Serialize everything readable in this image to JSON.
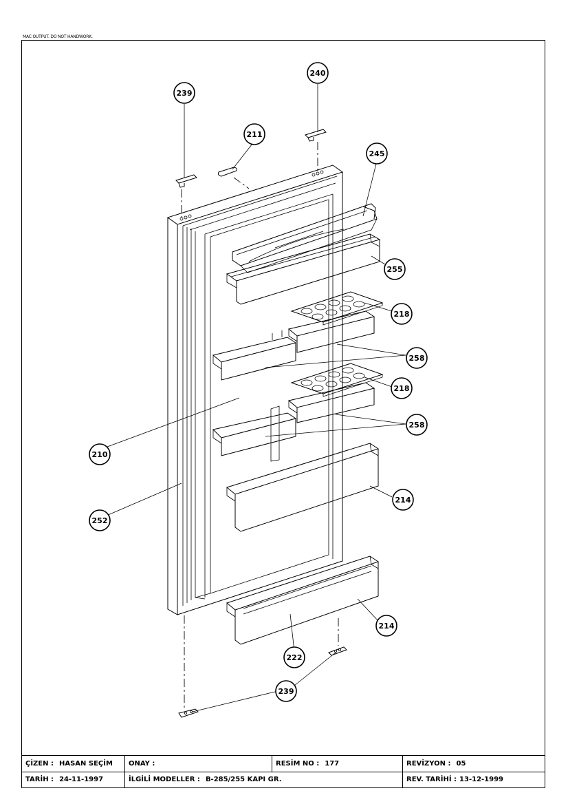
{
  "header_note": "MAC OUTPUT. DO NOT HANDWORK.",
  "callouts": {
    "c239a": "239",
    "c240": "240",
    "c211": "211",
    "c245": "245",
    "c255": "255",
    "c218a": "218",
    "c258a": "258",
    "c218b": "218",
    "c258b": "258",
    "c210": "210",
    "c214a": "214",
    "c252": "252",
    "c214b": "214",
    "c222": "222",
    "c239b": "239"
  },
  "title_block": {
    "cizen_label": "ÇİZEN :",
    "cizen_value": "HASAN SEÇİM",
    "onay_label": "ONAY :",
    "resim_label": "RESİM NO :",
    "resim_value": "177",
    "revizyon_label": "REVİZYON :",
    "revizyon_value": "05",
    "tarih_label": "TARİH :",
    "tarih_value": "24-11-1997",
    "ilgili_label": "İLGİLİ MODELLER :",
    "ilgili_value": "B-285/255 KAPI GR.",
    "rev_tarih_label": "REV. TARİHİ :",
    "rev_tarih_value": "13-12-1999"
  }
}
